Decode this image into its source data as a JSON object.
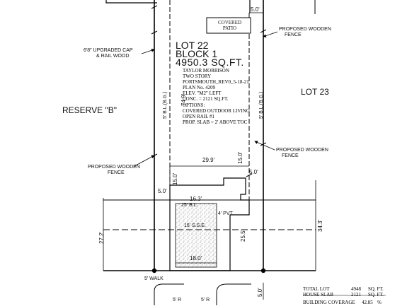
{
  "lot": {
    "lot_label": "LOT 22",
    "block_label": "BLOCK 1",
    "area_label": "4950.3 SQ.FT."
  },
  "plan_notes": [
    "TAYLOR MORRISON",
    "TWO STORY",
    "PORTSMOUTH_REV0_5-18-21",
    "PLAN No. 4209",
    "ELEV. \"M2\" LEFT",
    "CONC. = 2121 SQ.FT.",
    "OPTIONS:",
    "COVERED OUTDOOR LIVING",
    "OPEN RAIL #1",
    "PROP. SLAB = 2' ABOVE TOC"
  ],
  "adjacent": {
    "lot_23": "LOT 23",
    "reserve_b": "RESERVE \"B\""
  },
  "callouts": {
    "covered_patio": [
      "COVERED",
      "PATIO"
    ],
    "fence_top_right": [
      "PROPOSED WOODEN",
      "FENCE"
    ],
    "fence_mid_right": [
      "PROPOSED WOODEN",
      "FENCE"
    ],
    "fence_left": [
      "PROPOSED WOODEN",
      "FENCE"
    ],
    "upgraded_cap": [
      "6'8\" UPGRADED CAP",
      "& RAIL WOOD"
    ],
    "walk": "5' WALK",
    "pvt": "4' PVT."
  },
  "dimensions": {
    "top_setback": "5.0'",
    "bl_left": "5' B.L.(B.G.)",
    "bl_right": "5' B.L.(B.G.)",
    "depth": "74.9'",
    "width_29": "29.9'",
    "d15_left": "15.0'",
    "d15_right": "15.0'",
    "d5_left": "5.0'",
    "d5_right": "5.0'",
    "d16": "16.3'",
    "bl_25": "25' B.L.",
    "sse": "15' S.S.E.",
    "d18": "18.0'",
    "d27": "27.2'",
    "d25_5": "25.5'",
    "d34": "34.3'",
    "bottom_5": "5.0'",
    "radius_left": "5' R",
    "radius_right": "5' R"
  },
  "summary_table": {
    "rows": [
      {
        "label": "TOTAL LOT",
        "value": "4948",
        "unit": "SQ. FT."
      },
      {
        "label": "HOUSE SLAB",
        "value": "2121",
        "unit": "SQ. FT."
      },
      {
        "label": "BUILDING COVERAGE",
        "value": "42.85",
        "unit": "%"
      }
    ]
  }
}
